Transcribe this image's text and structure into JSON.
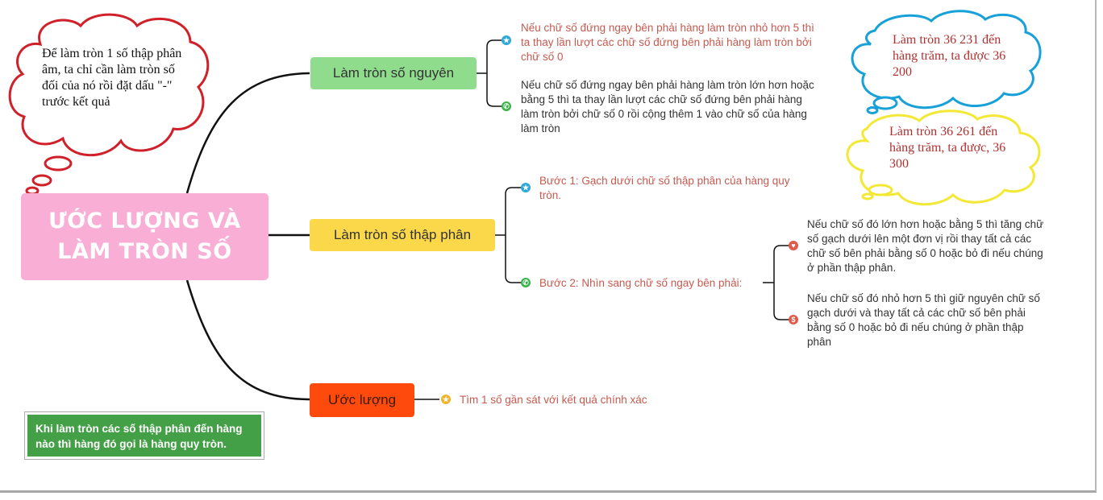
{
  "central": {
    "line1": "ƯỚC LƯỢNG VÀ",
    "line2": "LÀM TRÒN SỐ"
  },
  "branches": [
    {
      "label": "Làm tròn số nguyên",
      "leaves": [
        "Nếu chữ số đứng ngay bên phải hàng làm tròn nhỏ hơn 5 thì ta thay lần lượt các chữ số đứng bên phải hàng làm tròn bởi chữ số 0",
        "Nếu chữ số đứng ngay bên phải hàng làm tròn lớn hơn hoặc bằng 5 thì ta thay lần lượt các chữ số đứng bên phải hàng làm tròn bởi chữ số 0 rồi cộng thêm 1 vào chữ số của hàng làm tròn"
      ]
    },
    {
      "label": "Làm tròn số thập phân",
      "leaves": [
        "Bước 1: Gạch dưới chữ số thập phân của hàng quy tròn.",
        "Bước 2: Nhìn sang chữ số ngay bên phải:"
      ],
      "subleaves": [
        "Nếu chữ số đó lớn hơn hoặc bằng 5 thì tăng chữ số gạch dưới lên một đơn vị rồi thay tất cả các chữ số bên phải bằng số 0 hoặc bỏ đi nếu chúng ở phần thập phân.",
        "Nếu chữ số đó nhỏ hơn 5 thì giữ nguyên chữ số gạch dưới và thay tất cả các chữ số bên phải bằng số 0 hoặc bỏ đi nếu chúng ở phần thập phân"
      ]
    },
    {
      "label": "Ước lượng",
      "leaves": [
        "Tìm 1 số gần sát với kết quả chính xác"
      ]
    }
  ],
  "clouds": {
    "red": "Để làm tròn 1 số thập phân âm, ta chỉ cần làm tròn số đối của nó rồi đặt dấu \"-\" trước kết quả",
    "blue": "Làm tròn 36 231 đến hàng trăm, ta được 36 200",
    "yellow": "Làm tròn 36 261 đến hàng trăm, ta được, 36 300"
  },
  "note": "Khi làm tròn các số thập phân đến hàng nào thì hàng đó gọi là hàng quy tròn.",
  "colors": {
    "central": "#f9aed6",
    "branch1": "#8fdc8d",
    "branch2": "#fbd74a",
    "branch3": "#ff4a0d",
    "cloud_red": "#d0202a",
    "cloud_blue": "#18a0d8",
    "cloud_yellow": "#f2e835",
    "note": "#43a047"
  }
}
